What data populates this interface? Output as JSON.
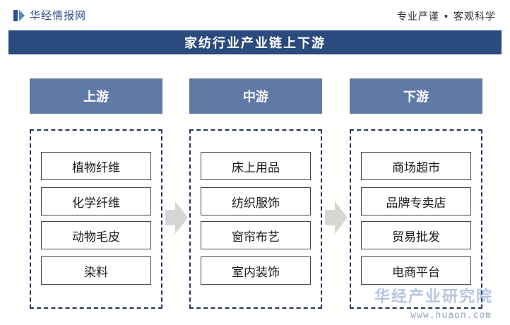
{
  "header": {
    "brand": "华经情报网",
    "slogan": "专业严谨 • 客观科学"
  },
  "title": "家纺行业产业链上下游",
  "columns": [
    {
      "label": "上游",
      "items": [
        "植物纤维",
        "化学纤维",
        "动物毛皮",
        "染料"
      ]
    },
    {
      "label": "中游",
      "items": [
        "床上用品",
        "纺织服饰",
        "窗帘布艺",
        "室内装饰"
      ]
    },
    {
      "label": "下游",
      "items": [
        "商场超市",
        "品牌专卖店",
        "贸易批发",
        "电商平台"
      ]
    }
  ],
  "watermark": {
    "text": "华经产业研究院",
    "url": "www.huaon.com"
  },
  "colors": {
    "title_bg": "#2b4a7d",
    "header_bg": "#5f7aa4",
    "arrow": "#d6d6d6"
  }
}
